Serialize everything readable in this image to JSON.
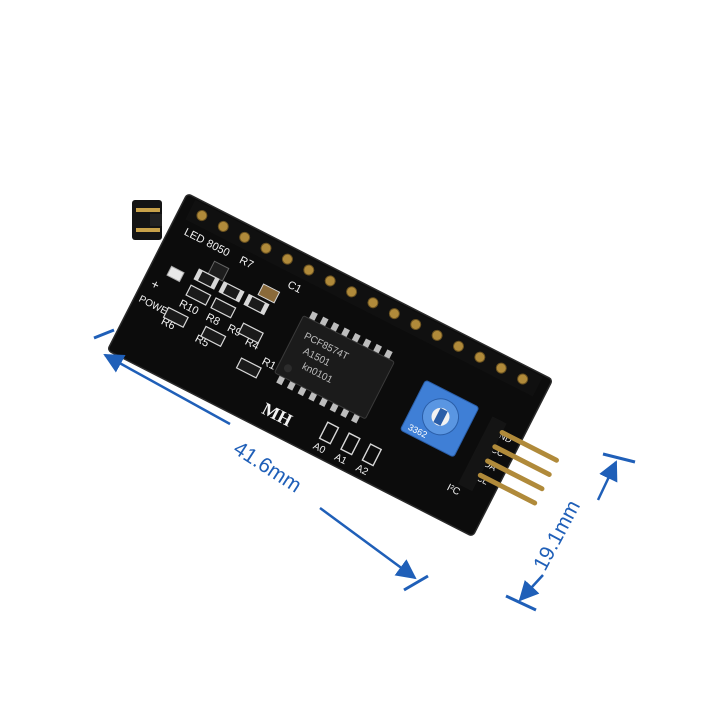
{
  "dimensions": {
    "length": "41.6mm",
    "width": "19.1mm"
  },
  "silkscreen": {
    "led": "LED",
    "transistor": "8050",
    "r7": "R7",
    "c1": "C1",
    "power": "POWER",
    "plus": "+",
    "r10": "R10",
    "r8": "R8",
    "r9": "R9",
    "r6": "R6",
    "r5": "R5",
    "r4": "R4",
    "r1": "R1",
    "brand": "MH",
    "a0": "A0",
    "a1": "A1",
    "a2": "A2",
    "gnd": "GND",
    "vcc": "VCC",
    "sda": "SDA",
    "scl": "SCL",
    "i2c": "I²C"
  },
  "chip": {
    "line1": "PCF8574T",
    "line2": "A1501",
    "line3": "kn0101"
  },
  "potentiometer": {
    "code": "3362"
  },
  "colors": {
    "board": "#0c0c0c",
    "dimension_blue": "#1f5fb8",
    "pot_blue": "#3f7fd6",
    "header_gold": "#b08a3a"
  }
}
